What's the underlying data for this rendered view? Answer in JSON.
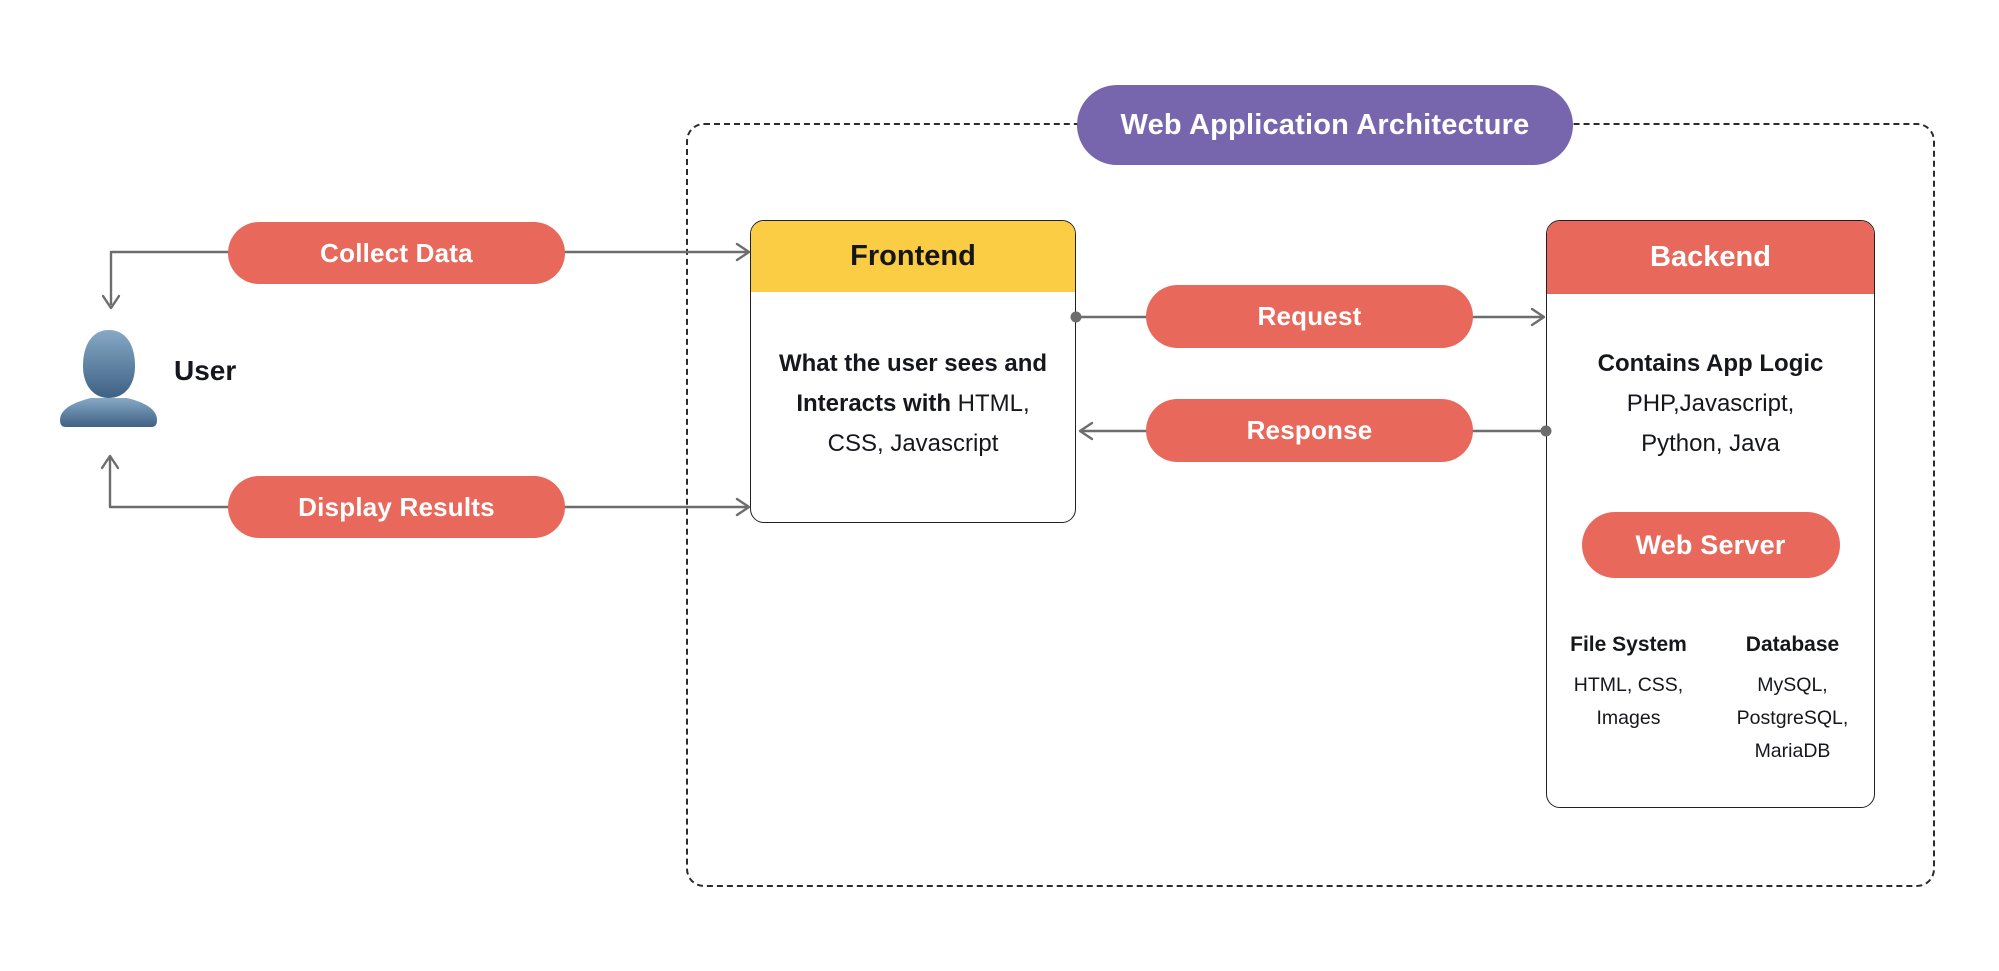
{
  "title_badge": {
    "label": "Web Application Architecture"
  },
  "colors": {
    "salmon": "#E8695B",
    "yellow": "#FACD45",
    "purple": "#7766AE",
    "line": "#6d6d6d",
    "ink": "#15171c",
    "user_icon_top": "#87A9C6",
    "user_icon_bottom": "#3E6184"
  },
  "user": {
    "label": "User"
  },
  "flows": {
    "collect": "Collect Data",
    "display": "Display Results",
    "request": "Request",
    "response": "Response"
  },
  "frontend": {
    "title": "Frontend",
    "body_bold": "What the user sees and Interacts with",
    "body_regular": " HTML, CSS, Javascript"
  },
  "backend": {
    "title": "Backend",
    "logic_bold": "Contains App Logic",
    "logic_regular": "PHP,Javascript, Python, Java",
    "web_server": "Web Server",
    "file_system": {
      "title": "File System",
      "items": "HTML, CSS, Images"
    },
    "database": {
      "title": "Database",
      "items": "MySQL, PostgreSQL, MariaDB"
    }
  }
}
